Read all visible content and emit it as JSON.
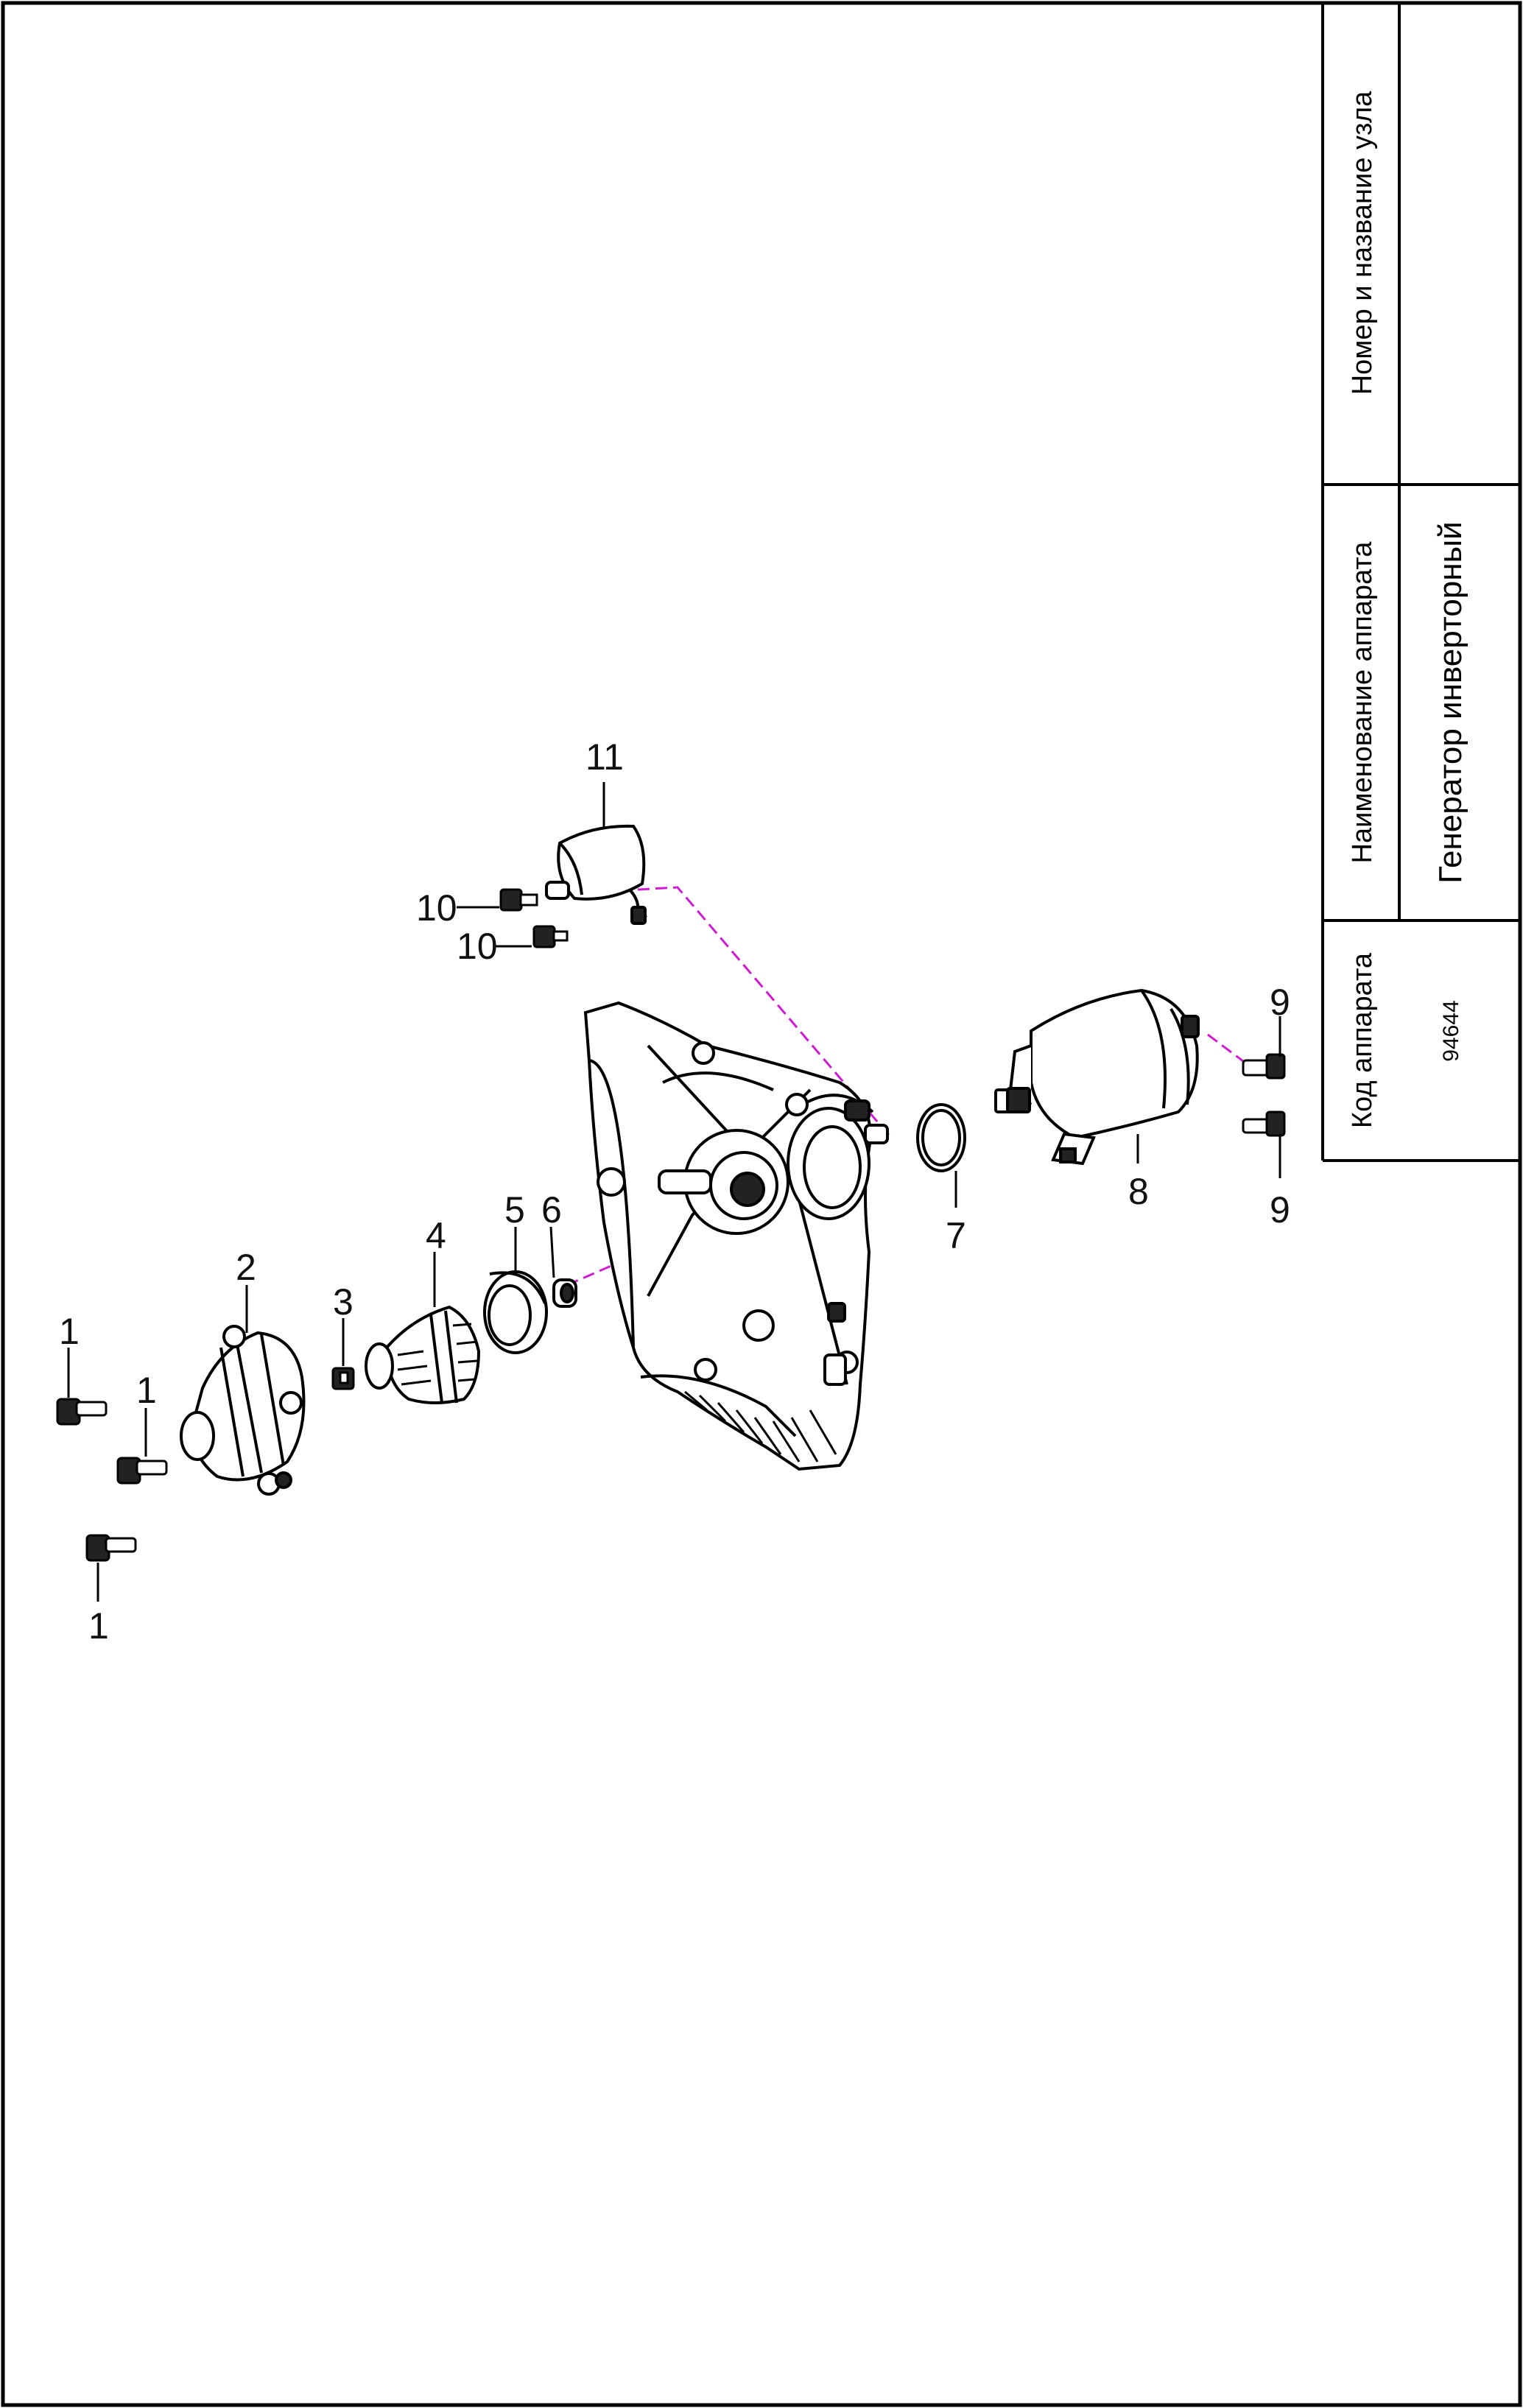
{
  "stamp": {
    "header_unit_number_name": "Номер и название узла",
    "header_device_name": "Наименование аппарата",
    "header_device_code": "Код аппарата",
    "value_unit_number_name": "",
    "value_device_name": "Генератор инверторный",
    "value_device_code": "94644"
  },
  "callouts": {
    "c1a": "1",
    "c1b": "1",
    "c1c": "1",
    "c2": "2",
    "c3": "3",
    "c4": "4",
    "c5": "5",
    "c6": "6",
    "c7": "7",
    "c8": "8",
    "c9a": "9",
    "c9b": "9",
    "c10a": "10",
    "c10b": "10",
    "c11": "11"
  },
  "colors": {
    "line": "#000000",
    "leader": "#d01cd0"
  }
}
